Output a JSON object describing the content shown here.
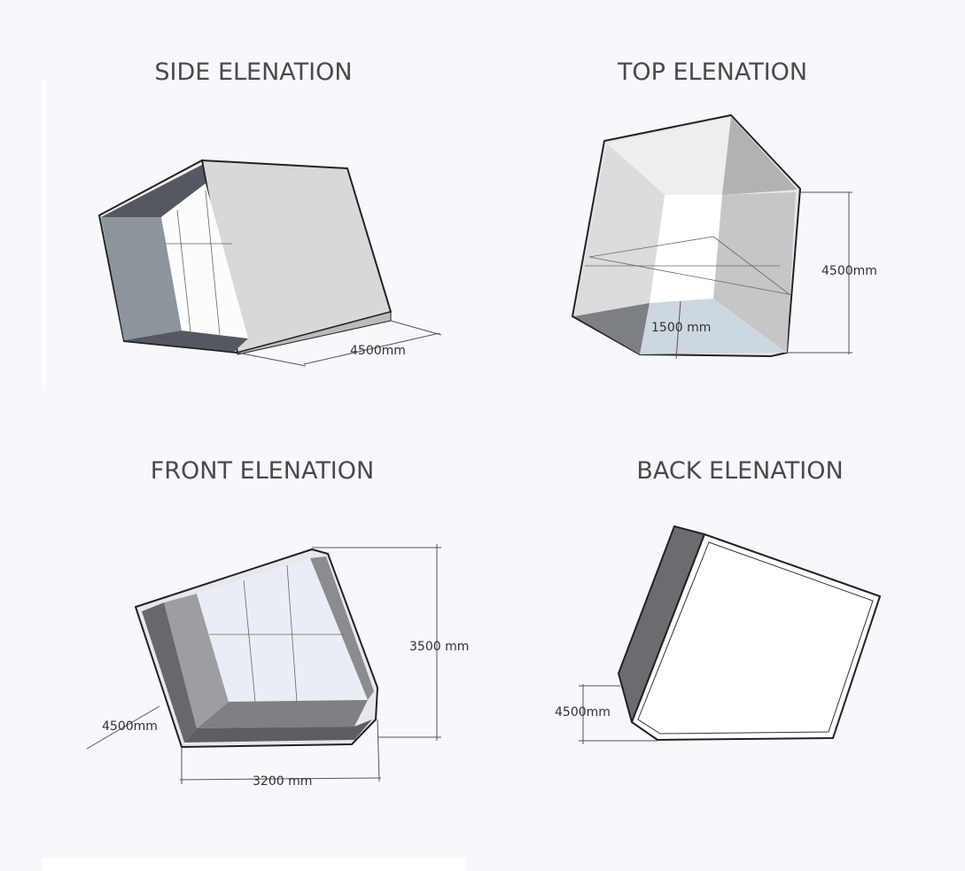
{
  "views": [
    {
      "title": "SIDE ELENATION",
      "dimensions": [
        "4500mm"
      ]
    },
    {
      "title": "TOP ELENATION",
      "dimensions": [
        "4500mm",
        "1500 mm"
      ]
    },
    {
      "title": "FRONT ELENATION",
      "dimensions": [
        "3500 mm",
        "4500mm",
        "3200 mm"
      ]
    },
    {
      "title": "BACK ELENATION",
      "dimensions": [
        "4500mm"
      ]
    }
  ]
}
